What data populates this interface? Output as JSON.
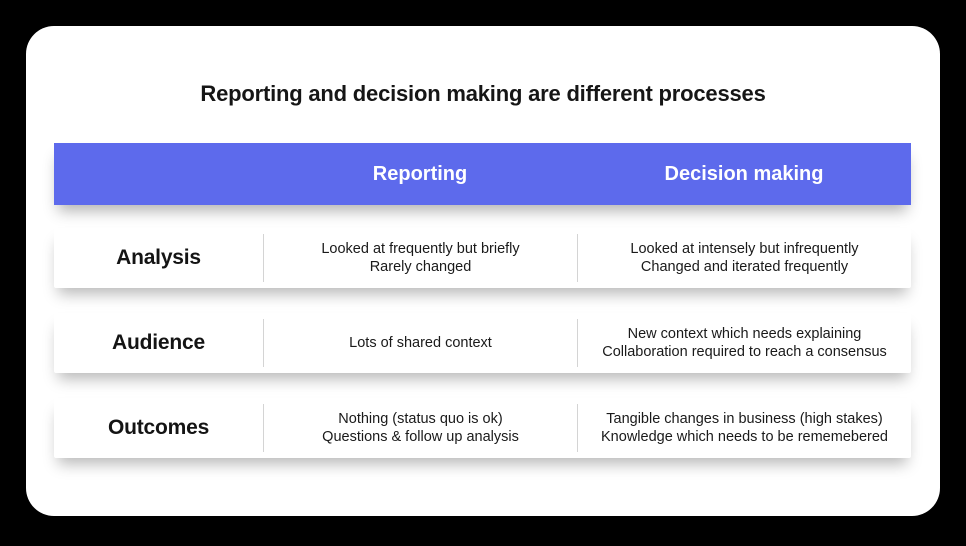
{
  "title": "Reporting and decision making are different processes",
  "colors": {
    "header_bg": "#5D6AEC",
    "header_text": "#FFFFFF",
    "card_bg": "#FFFFFF",
    "page_bg": "#000000",
    "divider": "#D4D4D4"
  },
  "table": {
    "header": {
      "reporting": "Reporting",
      "decision": "Decision making"
    },
    "rows": [
      {
        "label": "Analysis",
        "cells": [
          [
            "Looked at frequently but briefly",
            "Rarely changed"
          ],
          [
            "Looked at intensely but infrequently",
            "Changed and iterated frequently"
          ]
        ]
      },
      {
        "label": "Audience",
        "cells": [
          [
            "Lots of shared context"
          ],
          [
            "New context which needs explaining",
            "Collaboration required to reach a consensus"
          ]
        ]
      },
      {
        "label": "Outcomes",
        "cells": [
          [
            "Nothing (status quo is ok)",
            "Questions & follow up analysis"
          ],
          [
            "Tangible changes in business (high stakes)",
            "Knowledge which needs to be rememebered"
          ]
        ]
      }
    ]
  }
}
